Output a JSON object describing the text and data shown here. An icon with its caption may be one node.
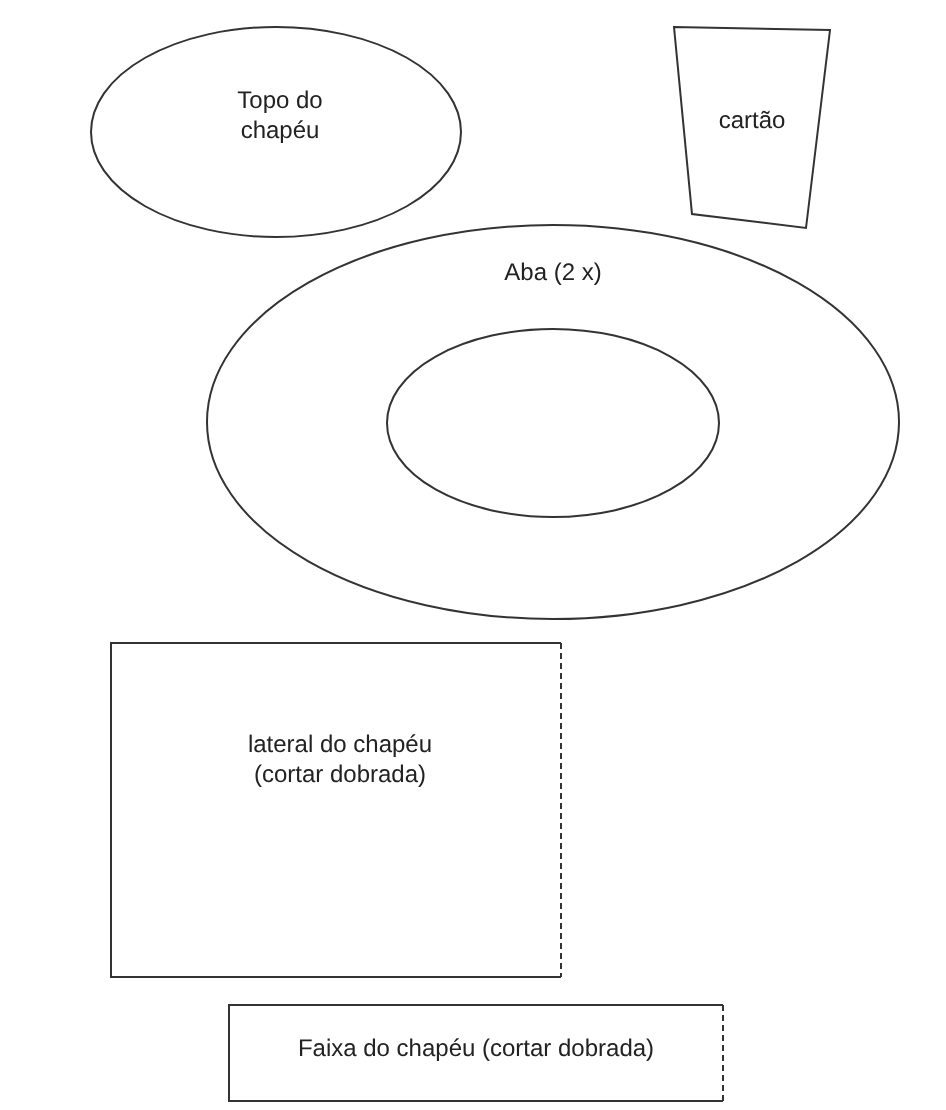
{
  "diagram": {
    "nodes": [
      {
        "text": [
          "Topo do chapéu"
        ]
      },
      {
        "text": [
          "cartão"
        ]
      },
      {
        "text": [
          "Aba (2 x)"
        ]
      },
      {
        "text": [],
        "shape": "ellipse",
        "in": 2
      },
      {
        "text": [
          "lateral do chapéu (cortar dobrada)"
        ]
      },
      {
        "text": [
          "Faixa do chapéu (cortar dobrada)"
        ]
      }
    ],
    "edges": []
  }
}
